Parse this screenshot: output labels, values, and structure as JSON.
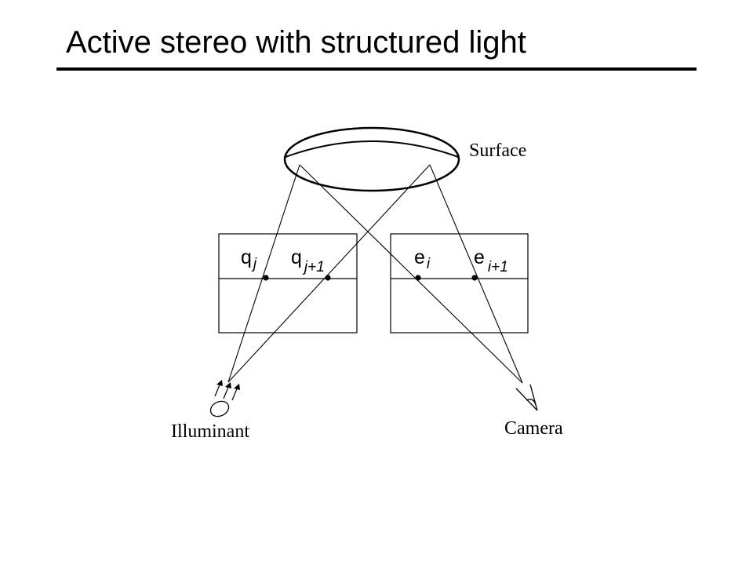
{
  "slide": {
    "title": "Active stereo with structured light"
  },
  "diagram": {
    "labels": {
      "surface": "Surface",
      "illuminant": "Illuminant",
      "camera": "Camera"
    },
    "projector_points": [
      {
        "base": "q",
        "sub": "j"
      },
      {
        "base": "q",
        "sub": "j+1"
      }
    ],
    "image_points": [
      {
        "base": "e",
        "sub": "i"
      },
      {
        "base": "e",
        "sub": "i+1"
      }
    ]
  }
}
